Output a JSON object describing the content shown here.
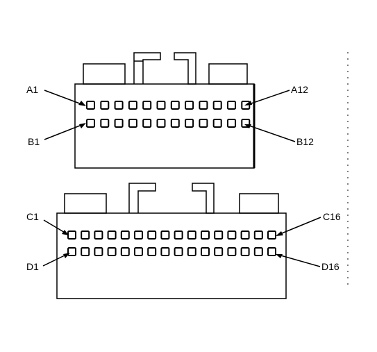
{
  "connector_top": {
    "row_a": {
      "start_label": "A1",
      "end_label": "A12",
      "pin_count": 12
    },
    "row_b": {
      "start_label": "B1",
      "end_label": "B12",
      "pin_count": 12
    }
  },
  "connector_bottom": {
    "row_c": {
      "start_label": "C1",
      "end_label": "C16",
      "pin_count": 16
    },
    "row_d": {
      "start_label": "D1",
      "end_label": "D16",
      "pin_count": 16
    }
  }
}
